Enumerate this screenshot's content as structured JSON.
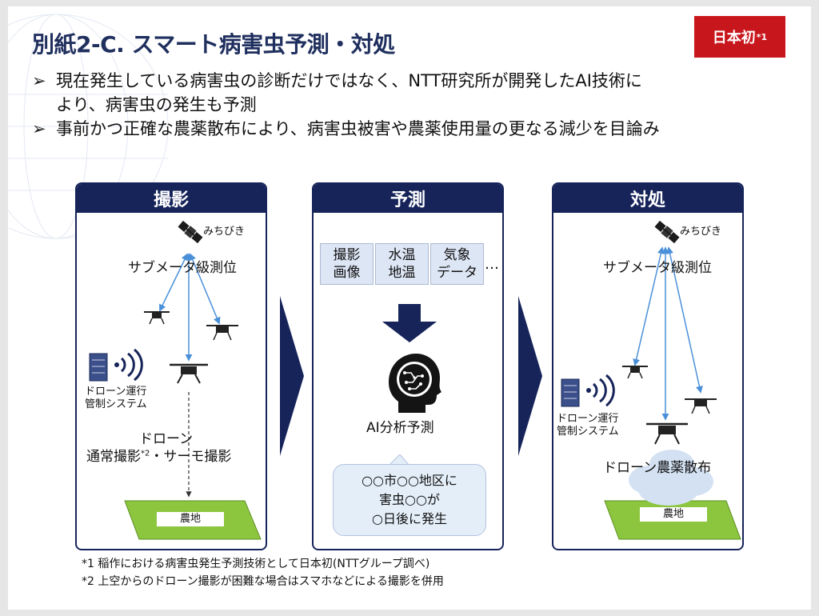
{
  "title": "別紙2-C. スマート病害虫予測・対処",
  "badge": {
    "text": "日本初",
    "sup": "*1"
  },
  "bullets": {
    "b1_line1": "現在発生している病害虫の診断だけではなく、NTT研究所が開発したAI技術に",
    "b1_line2": "より、病害虫の発生も予測",
    "b2": "事前かつ正確な農薬散布により、病害虫被害や農薬使用量の更なる減少を目論み"
  },
  "panel1": {
    "header": "撮影",
    "satellite": "みちびき",
    "positioning": "サブメータ級測位",
    "system_line1": "ドローン運行",
    "system_line2": "管制システム",
    "drone_line1": "ドローン",
    "drone_line2": "通常撮影",
    "drone_line2_sup": "*2",
    "drone_line2_rest": "・サーモ撮影",
    "field": "農地"
  },
  "panel2": {
    "header": "予測",
    "boxes": [
      {
        "l1": "撮影",
        "l2": "画像"
      },
      {
        "l1": "水温",
        "l2": "地温"
      },
      {
        "l1": "気象",
        "l2": "データ"
      }
    ],
    "ellipsis": "…",
    "ai_label": "AI分析予測",
    "callout_l1": "○○市○○地区に",
    "callout_l2": "害虫○○が",
    "callout_l3": "○日後に発生"
  },
  "panel3": {
    "header": "対処",
    "satellite": "みちびき",
    "positioning": "サブメータ級測位",
    "system_line1": "ドローン運行",
    "system_line2": "管制システム",
    "spray": "ドローン農薬散布",
    "field": "農地"
  },
  "footnotes": {
    "f1": "*1 稲作における病害虫発生予測技術として日本初(NTTグループ調べ)",
    "f2": "*2 上空からのドローン撮影が困難な場合はスマホなどによる撮影を併用"
  },
  "colors": {
    "navy": "#16245a",
    "accent_red": "#c8161d",
    "arrow_blue": "#4a90d9",
    "field_green": "#8cc63f",
    "callout_bg": "#e4eef9"
  }
}
